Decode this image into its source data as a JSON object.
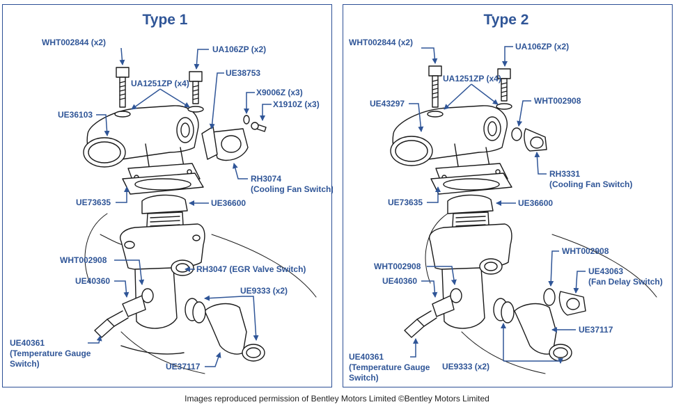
{
  "panels": [
    {
      "title": "Type 1",
      "labels": {
        "wht002844": "WHT002844 (x2)",
        "ua106zp": "UA106ZP (x2)",
        "ua1251zp": "UA1251ZP (x4)",
        "ue38753": "UE38753",
        "x9006z": "X9006Z (x3)",
        "x1910z": "X1910Z (x3)",
        "ue36103": "UE36103",
        "rh3074": "RH3074",
        "rh3074_desc": "(Cooling Fan Switch)",
        "ue73635": "UE73635",
        "ue36600": "UE36600",
        "wht002908": "WHT002908",
        "rh3047": "RH3047 (EGR Valve Switch)",
        "ue40360": "UE40360",
        "ue9333": "UE9333 (x2)",
        "ue40361": "UE40361",
        "ue40361_desc1": "(Temperature Gauge",
        "ue40361_desc2": "Switch)",
        "ue37117": "UE37117"
      }
    },
    {
      "title": "Type 2",
      "labels": {
        "wht002844": "WHT002844 (x2)",
        "ua106zp": "UA106ZP (x2)",
        "ua1251zp": "UA1251ZP (x4)",
        "ue43297": "UE43297",
        "wht002908_top": "WHT002908",
        "rh3331": "RH3331",
        "rh3331_desc": "(Cooling Fan Switch)",
        "ue73635": "UE73635",
        "ue36600": "UE36600",
        "wht002908_right": "WHT002908",
        "ue43063": "UE43063",
        "ue43063_desc": "(Fan Delay Switch)",
        "wht002908_left": "WHT002908",
        "ue40360": "UE40360",
        "ue37117": "UE37117",
        "ue40361": "UE40361",
        "ue40361_desc1": "(Temperature Gauge",
        "ue40361_desc2": "Switch)",
        "ue9333": "UE9333 (x2)"
      }
    }
  ],
  "colors": {
    "label": "#2f5597",
    "border": "#2c4f95",
    "ink": "#1a1a1a"
  },
  "credit": "Images reproduced permission of Bentley Motors Limited ©Bentley Motors Limited"
}
